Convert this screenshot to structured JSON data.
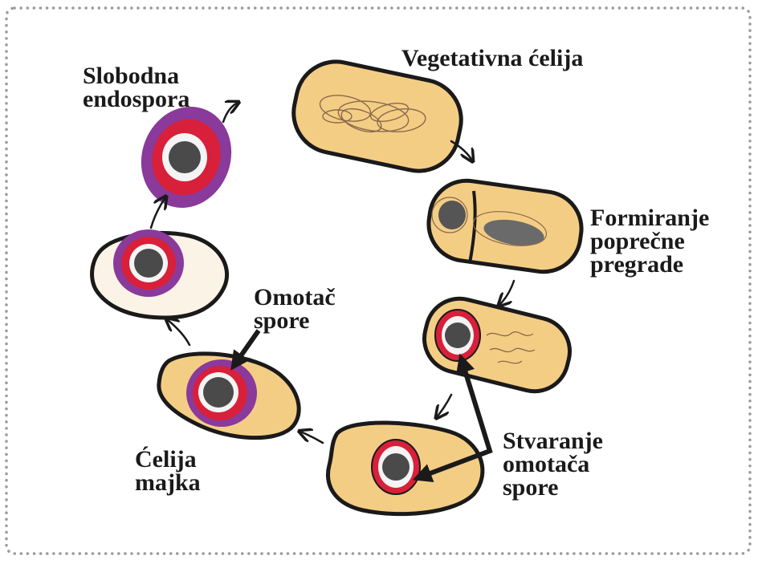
{
  "diagram": {
    "labels": {
      "vegetative_cell": [
        "Vegetativna ćelija"
      ],
      "septum_formation": [
        "Formiranje",
        "poprečne",
        "pregrade"
      ],
      "spore_coat_formation": [
        "Stvaranje",
        "omotača",
        "spore"
      ],
      "mother_cell": [
        "Ćelija",
        "majka"
      ],
      "spore_coat": [
        "Omotač",
        "spore"
      ],
      "free_endospore": [
        "Slobodna",
        "endospora"
      ]
    },
    "colors": {
      "cytoplasm": "#f4cd85",
      "outline": "#1a1a1a",
      "coat_red": "#d8203a",
      "coat_purple": "#8a3a9a",
      "core_white": "#f4f4f4",
      "nucleoid": "#555555",
      "border_dots": "#9a9a9a"
    }
  }
}
